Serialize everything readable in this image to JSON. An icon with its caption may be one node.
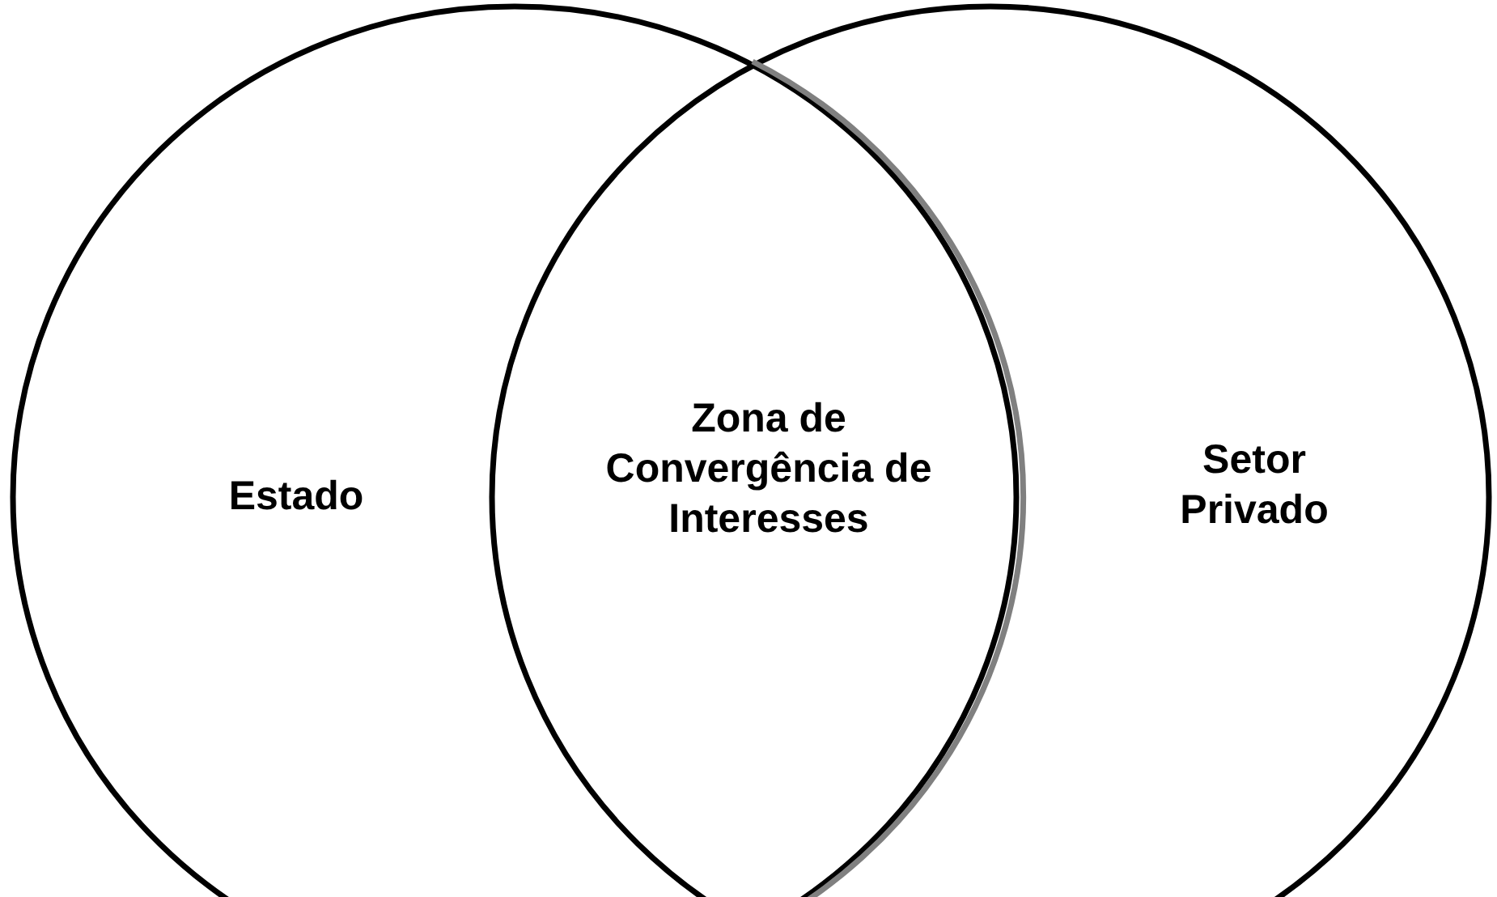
{
  "diagram": {
    "nodes": [
      {
        "text": [
          "Estado"
        ]
      },
      {
        "text": [
          "Setor Privado"
        ]
      },
      {
        "text": [
          "Zona de Convergência de Interesses"
        ]
      }
    ]
  }
}
